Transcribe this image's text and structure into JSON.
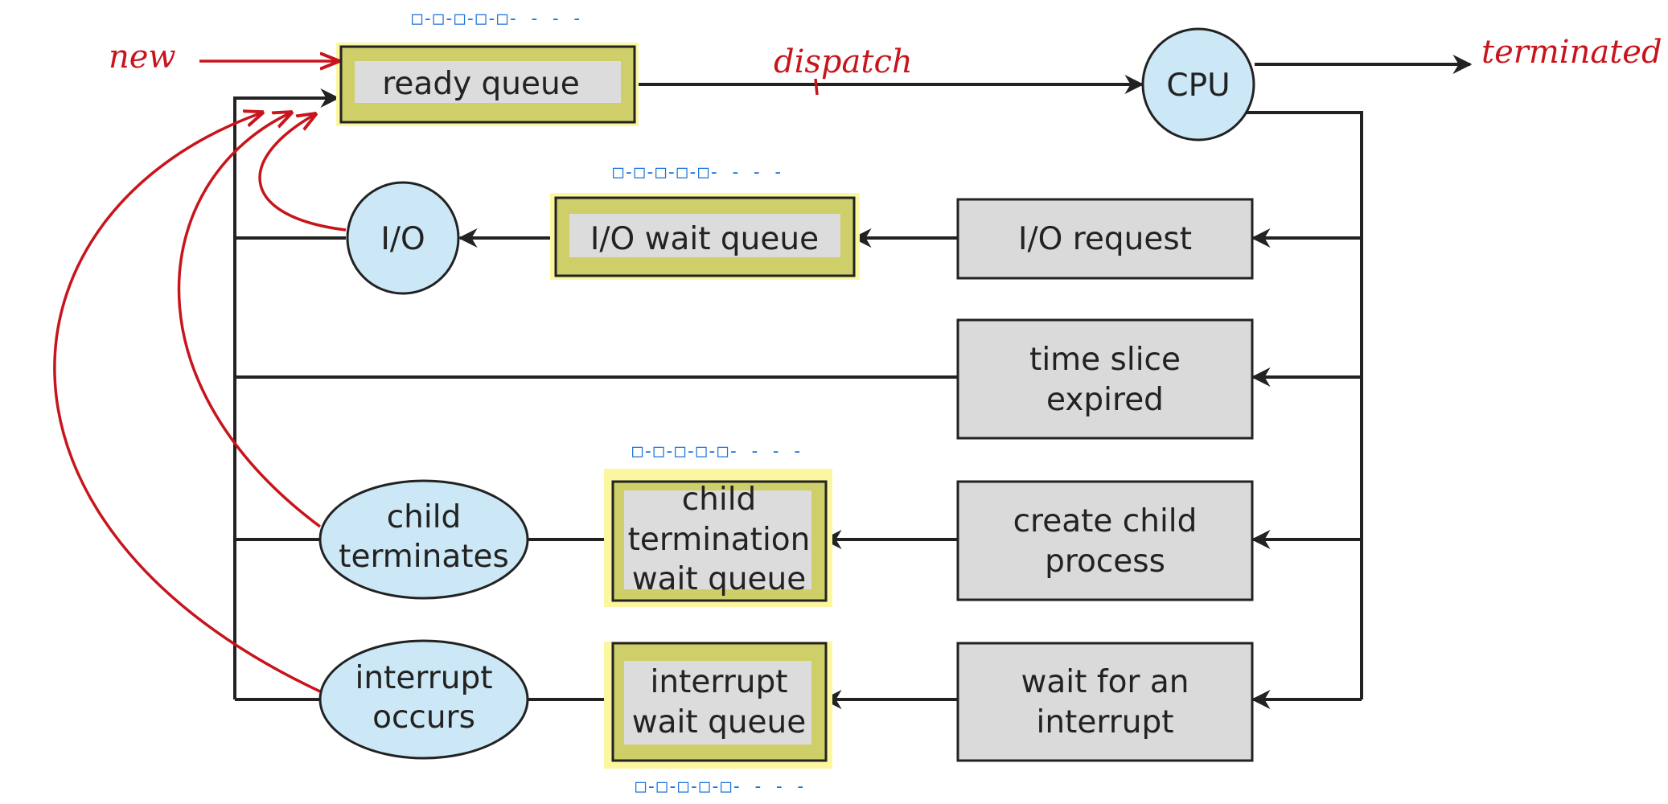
{
  "colors": {
    "line": "#222222",
    "node_fill": "#cce8f6",
    "queue_fill": "#cfcf6a",
    "queue_glow": "#fbf7a0",
    "queue_inner": "#dcdcdc",
    "box_fill": "#dadada",
    "annotation": "#c8141c",
    "queue_marks": "#1a73d9"
  },
  "labels": {
    "ready_queue": "ready queue",
    "cpu": "CPU",
    "io": "I/O",
    "io_wait_queue": "I/O wait queue",
    "io_request": "I/O request",
    "time_slice_1": "time slice",
    "time_slice_2": "expired",
    "child_term_1": "child",
    "child_term_2": "terminates",
    "child_wait_1": "child",
    "child_wait_2": "termination",
    "child_wait_3": "wait queue",
    "create_child_1": "create child",
    "create_child_2": "process",
    "interrupt_1": "interrupt",
    "interrupt_2": "occurs",
    "interrupt_wait_1": "interrupt",
    "interrupt_wait_2": "wait queue",
    "wait_interrupt_1": "wait for an",
    "wait_interrupt_2": "interrupt"
  },
  "annotations": {
    "new": "new",
    "dispatch": "dispatch",
    "terminated": "terminated",
    "queue_marks": "□-□-□-□-□-  - - -"
  }
}
